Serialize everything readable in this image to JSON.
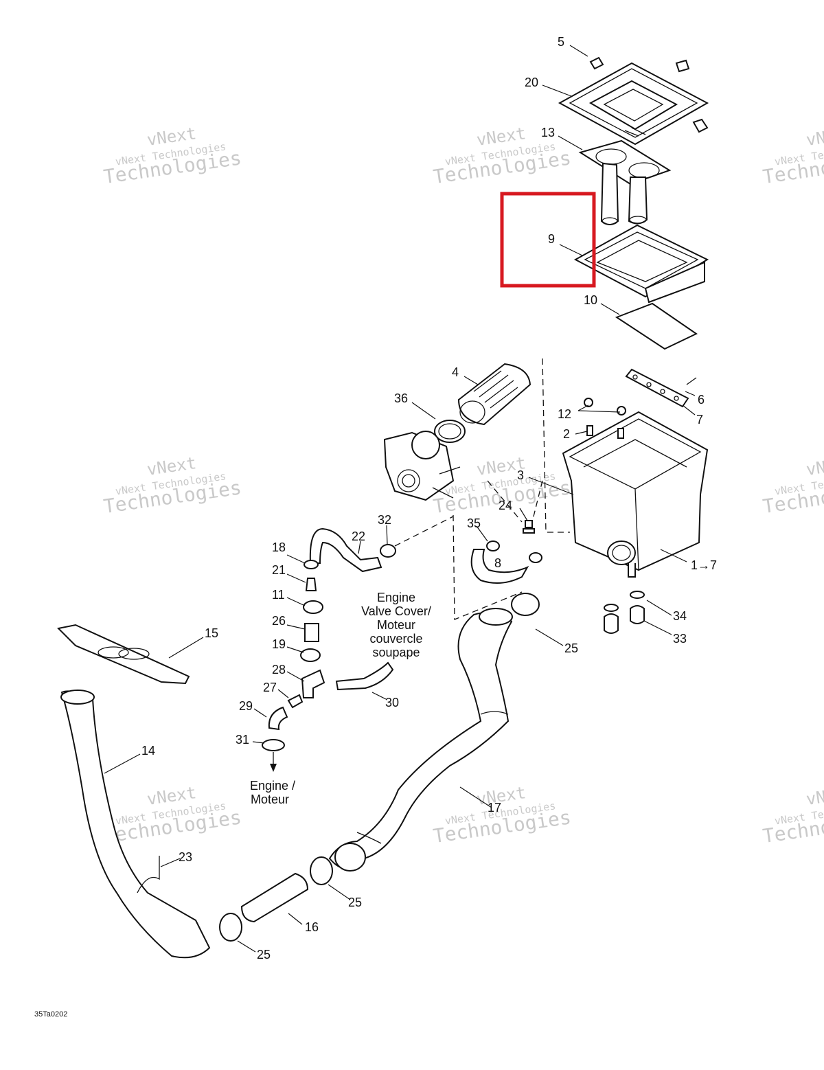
{
  "diagram": {
    "callouts": [
      "5",
      "20",
      "13",
      "9",
      "10",
      "4",
      "36",
      "6",
      "12",
      "7",
      "2",
      "3",
      "24",
      "35",
      "32",
      "22",
      "18",
      "21",
      "11",
      "8",
      "1→7",
      "26",
      "19",
      "28",
      "27",
      "29",
      "30",
      "31",
      "15",
      "14",
      "23",
      "25",
      "25",
      "25",
      "16",
      "17",
      "34",
      "33"
    ],
    "notes": {
      "engine_valve_cover": [
        "Engine",
        "Valve Cover/",
        "Moteur",
        "couvercle",
        "soupape"
      ],
      "engine_moteur": [
        "Engine /",
        "Moteur"
      ]
    },
    "drawing_code": "35Ta0202",
    "watermark": {
      "line1": "vNext",
      "line2": "vNext Technologies",
      "line3": "Technologies"
    },
    "highlight": {
      "target": "9",
      "color": "#d71920"
    }
  }
}
